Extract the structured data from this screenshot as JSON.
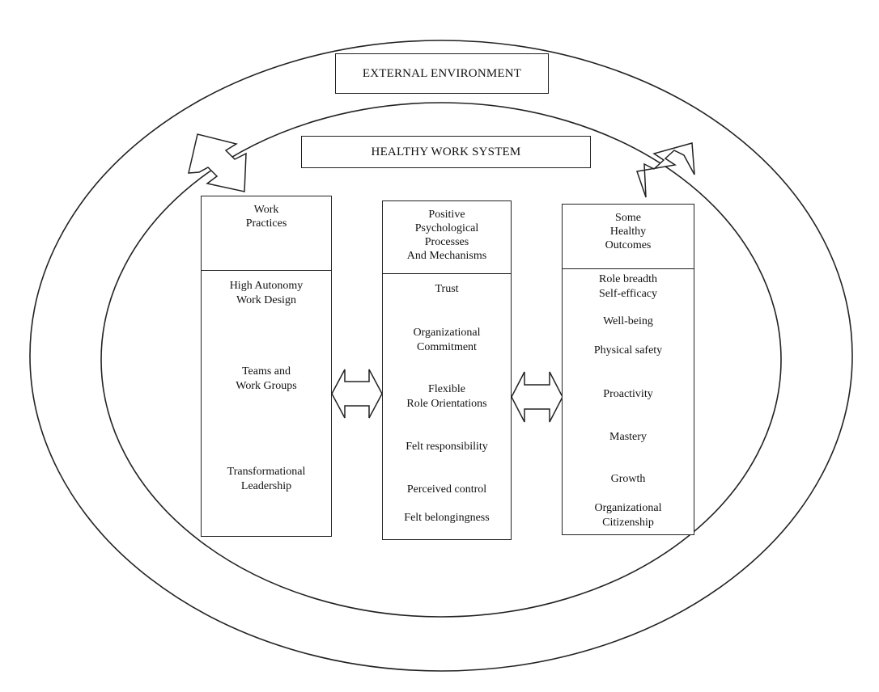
{
  "external_environment": "EXTERNAL ENVIRONMENT",
  "healthy_work_system": "HEALTHY WORK SYSTEM",
  "columns": [
    {
      "header": "Work\nPractices",
      "items": [
        "High Autonomy\nWork Design",
        "Teams and\nWork Groups",
        "Transformational\nLeadership"
      ]
    },
    {
      "header": "Positive\nPsychological\nProcesses\nAnd Mechanisms",
      "items": [
        "Trust",
        "Organizational\nCommitment",
        "Flexible\nRole Orientations",
        "Felt responsibility",
        "Perceived control",
        "Felt belongingness"
      ]
    },
    {
      "header": "Some\nHealthy\nOutcomes",
      "items": [
        "Role breadth\nSelf-efficacy",
        "Well-being",
        "Physical safety",
        "Proactivity",
        "Mastery",
        "Growth",
        "Organizational\nCitizenship"
      ]
    }
  ],
  "colors": {
    "line": "#222222",
    "background": "#ffffff"
  }
}
